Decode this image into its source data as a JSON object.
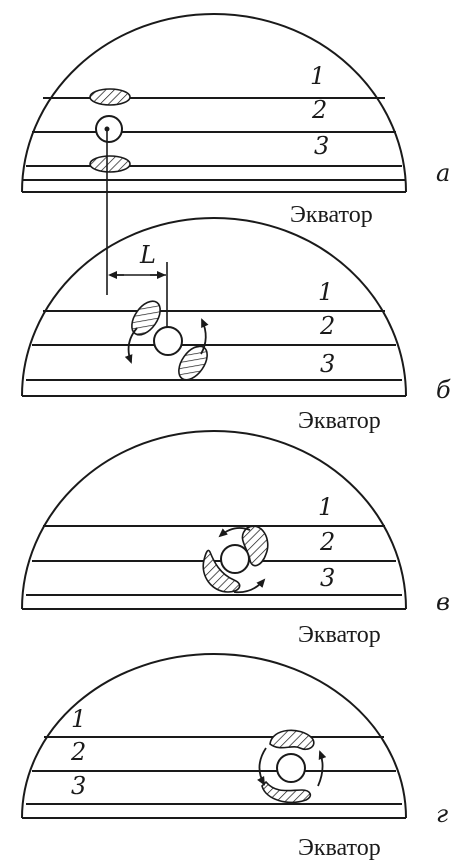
{
  "equator_label": "Экватор",
  "layer_labels": [
    "1",
    "2",
    "3"
  ],
  "distance_label": "L",
  "panels": [
    {
      "id": "a",
      "label": "а"
    },
    {
      "id": "b",
      "label": "б"
    },
    {
      "id": "v",
      "label": "в"
    },
    {
      "id": "g",
      "label": "г"
    }
  ]
}
